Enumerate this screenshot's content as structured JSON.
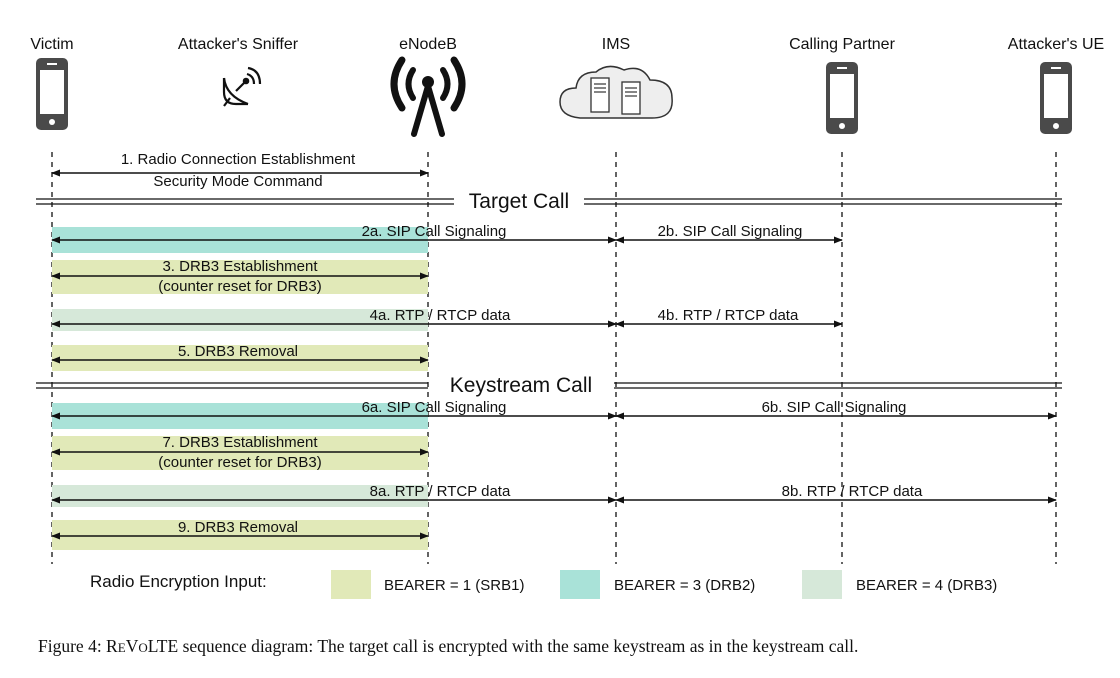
{
  "participants": [
    {
      "name": "Victim",
      "icon": "phone-icon"
    },
    {
      "name": "Attacker's  Sniffer",
      "icon": "satellite-dish-icon"
    },
    {
      "name": "eNodeB",
      "icon": "radio-tower-icon"
    },
    {
      "name": "IMS",
      "icon": "server-cloud-icon"
    },
    {
      "name": "Calling Partner",
      "icon": "phone-icon"
    },
    {
      "name": "Attacker's UE",
      "icon": "phone-icon"
    }
  ],
  "colors": {
    "srb1": "#e1e9b8",
    "drb2": "#a9e2d8",
    "drb3": "#d6e8d9",
    "line": "#111111"
  },
  "steps": {
    "s1_line1": "1. Radio Connection Establishment",
    "s1_line2": "Security Mode Command",
    "s2a": "2a. SIP Call Signaling",
    "s2b": "2b. SIP Call Signaling",
    "s3_line1": "3. DRB3 Establishment",
    "s3_line2": "(counter reset for DRB3)",
    "s4a": "4a. RTP / RTCP data",
    "s4b": "4b. RTP / RTCP data",
    "s5": "5. DRB3 Removal",
    "s6a": "6a. SIP Call Signaling",
    "s6b": "6b. SIP Call Signaling",
    "s7_line1": "7. DRB3 Establishment",
    "s7_line2": "(counter reset for DRB3)",
    "s8a": "8a. RTP / RTCP data",
    "s8b": "8b. RTP / RTCP data",
    "s9": "9. DRB3 Removal"
  },
  "sections": {
    "target": "Target Call",
    "keystream": "Keystream Call"
  },
  "legend": {
    "title": "Radio Encryption Input:",
    "items": [
      {
        "label": "BEARER = 1 (SRB1)"
      },
      {
        "label": "BEARER = 3 (DRB2)"
      },
      {
        "label": "BEARER = 4 (DRB3)"
      }
    ]
  },
  "caption": {
    "prefix": "Figure 4: R",
    "e_small": "E",
    "v": "V",
    "o_small": "O",
    "lte": "LTE",
    "rest": " sequence diagram: The target call is encrypted with the same keystream as in the keystream call."
  }
}
